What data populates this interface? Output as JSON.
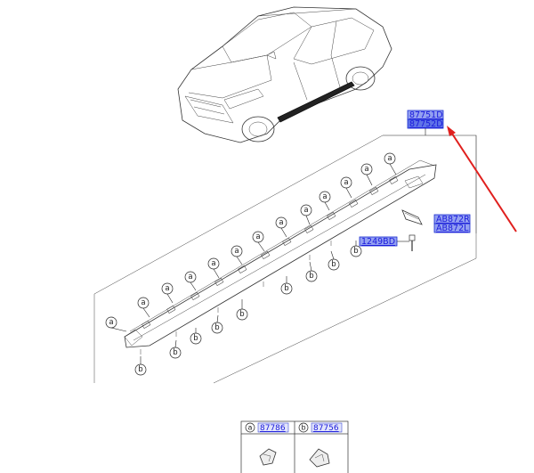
{
  "diagram": {
    "main_part_codes": [
      "87751D",
      "87752D"
    ],
    "side_part_codes": [
      "AB872R",
      "AB872L"
    ],
    "bolt_code": "1249BD",
    "callout_a": "a",
    "callout_b": "b"
  },
  "legend": {
    "items": [
      {
        "letter": "a",
        "code": "87786"
      },
      {
        "letter": "b",
        "code": "87756"
      }
    ]
  },
  "colors": {
    "code_highlight": "#3a52e6",
    "arrow": "#e0201e",
    "line_art": "#333333"
  }
}
